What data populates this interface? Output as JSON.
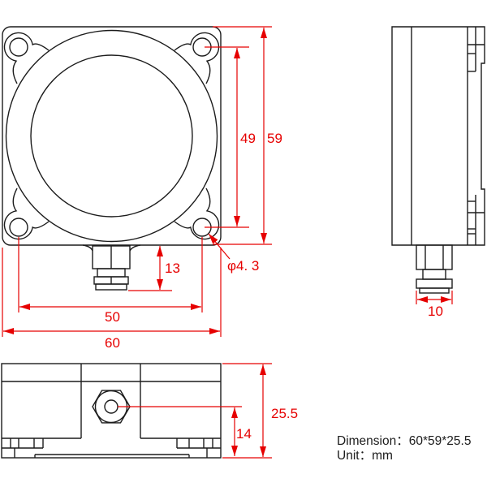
{
  "document": {
    "type": "technical-dimension-drawing",
    "unit": "mm"
  },
  "colors": {
    "dimension_lines": "#e60000",
    "outline_lines": "#1c1c1c",
    "background": "#ffffff"
  },
  "views": {
    "front": {
      "label": "front-view",
      "dim_hole_spacing_vertical": "49",
      "dim_overall_height": "59",
      "dim_connector_length": "13",
      "dim_hole_diameter": "φ4. 3",
      "dim_hole_spacing_horizontal": "50",
      "dim_overall_width": "60"
    },
    "side": {
      "label": "side-view",
      "dim_connector_width": "10"
    },
    "bottom": {
      "label": "bottom-view",
      "dim_overall_depth": "25.5",
      "dim_connector_center_offset": "14"
    }
  },
  "notes": {
    "dimension_label": "Dimension：60*59*25.5",
    "unit_label": "Unit：mm"
  }
}
